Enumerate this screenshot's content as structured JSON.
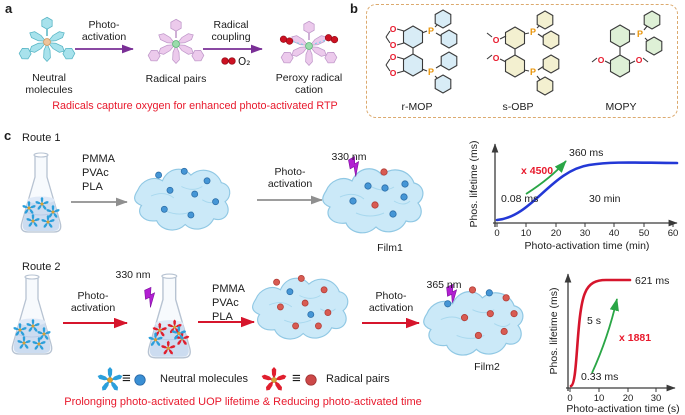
{
  "colors": {
    "accent_red": "#e8192c",
    "arrow_purple": "#7a2f96",
    "arrow_gray": "#8f8f8f",
    "arrow_red": "#d6152c",
    "curve_blue": "#2338d6",
    "curve_red": "#d6152c",
    "green_arrow": "#2aa646",
    "panel_b_border": "#dcaa6e",
    "film_blue": "#cbe9f8",
    "dot_blue": "#4596d6",
    "dot_red": "#d85b52",
    "lightning_magenta": "#b21fd2"
  },
  "panel_a": {
    "tag": "a",
    "molecule1_label": "Neutral molecules",
    "arrow1_label": "Photo-activation",
    "molecule2_label": "Radical pairs",
    "arrow2_label": "Radical coupling",
    "oxygen_label": "O₂",
    "molecule3_label": "Peroxy radical cation",
    "caption": "Radicals capture oxygen for enhanced photo-activated RTP"
  },
  "panel_b": {
    "tag": "b",
    "molecule1": "r-MOP",
    "molecule2": "s-OBP",
    "molecule3": "MOPY",
    "atoms": {
      "o": "O",
      "p": "P"
    }
  },
  "panel_c": {
    "tag": "c",
    "route1": {
      "title": "Route 1",
      "polymers": [
        "PMMA",
        "PVAc",
        "PLA"
      ],
      "activation_label": "Photo-activation",
      "wavelength": "330 nm",
      "film_label": "Film1"
    },
    "route2": {
      "title": "Route 2",
      "activation1_label": "Photo-activation",
      "wavelength1": "330 nm",
      "polymers": [
        "PMMA",
        "PVAc",
        "PLA"
      ],
      "activation2_label": "Photo-activation",
      "wavelength2": "365 nm",
      "film_label": "Film2"
    },
    "legend": {
      "equiv1": "≡",
      "neutral_label": "Neutral molecules",
      "equiv2": "≡",
      "radical_label": "Radical pairs"
    },
    "caption": "Prolonging photo-activated UOP lifetime  &  Reducing photo-activated time"
  },
  "chart_data": [
    {
      "type": "line",
      "xlabel": "Photo-activation time (min)",
      "ylabel": "Phos. lifetime (ms)",
      "xticks": [
        0,
        10,
        20,
        30,
        40,
        50,
        60
      ],
      "xlim": [
        0,
        62
      ],
      "grid": false,
      "legend_position": "none",
      "series": [
        {
          "name": "Film1",
          "color": "#2338d6",
          "x_min": [
            0,
            5,
            10,
            15,
            20,
            25,
            30,
            35,
            40,
            45,
            50,
            55,
            60
          ],
          "y_ms": [
            0.08,
            3,
            15,
            60,
            150,
            250,
            320,
            350,
            358,
            360,
            360,
            360,
            360
          ]
        }
      ],
      "annotations": [
        {
          "text": "0.08 ms"
        },
        {
          "text": "x 4500"
        },
        {
          "text": "360 ms"
        },
        {
          "text": "30 min"
        }
      ]
    },
    {
      "type": "line",
      "xlabel": "Photo-activation time (s)",
      "ylabel": "Phos. lifetime (ms)",
      "xticks": [
        0,
        10,
        20,
        30
      ],
      "xlim": [
        0,
        35
      ],
      "grid": false,
      "legend_position": "none",
      "series": [
        {
          "name": "Film2",
          "color": "#d6152c",
          "x_s": [
            0,
            1,
            2,
            3,
            4,
            5,
            6,
            7,
            8,
            10,
            13
          ],
          "y_ms": [
            0.33,
            5,
            40,
            150,
            380,
            550,
            600,
            615,
            620,
            621,
            621
          ]
        }
      ],
      "annotations": [
        {
          "text": "0.33 ms"
        },
        {
          "text": "5 s"
        },
        {
          "text": "x 1881"
        },
        {
          "text": "621 ms"
        }
      ]
    }
  ]
}
